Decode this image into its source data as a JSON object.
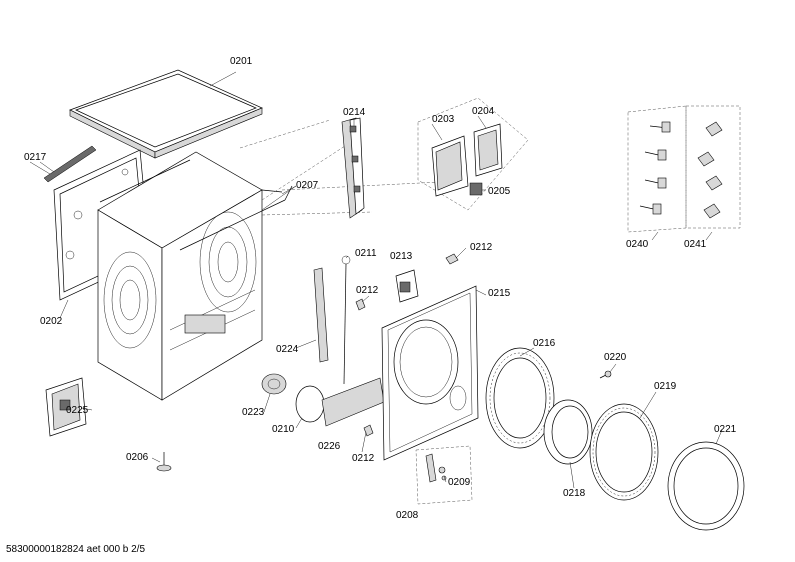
{
  "diagram": {
    "labels": {
      "p0201": "0201",
      "p0202": "0202",
      "p0203": "0203",
      "p0204": "0204",
      "p0205": "0205",
      "p0206": "0206",
      "p0207": "0207",
      "p0208": "0208",
      "p0209": "0209",
      "p0210": "0210",
      "p0211": "0211",
      "p0212a": "0212",
      "p0212b": "0212",
      "p0212c": "0212",
      "p0213": "0213",
      "p0214": "0214",
      "p0215": "0215",
      "p0216": "0216",
      "p0217": "0217",
      "p0218": "0218",
      "p0219": "0219",
      "p0220": "0220",
      "p0221": "0221",
      "p0223": "0223",
      "p0224": "0224",
      "p0225": "0225",
      "p0226": "0226",
      "p0240": "0240",
      "p0241": "0241"
    },
    "footer": "58300000182824 aet 000 b 2/5"
  }
}
